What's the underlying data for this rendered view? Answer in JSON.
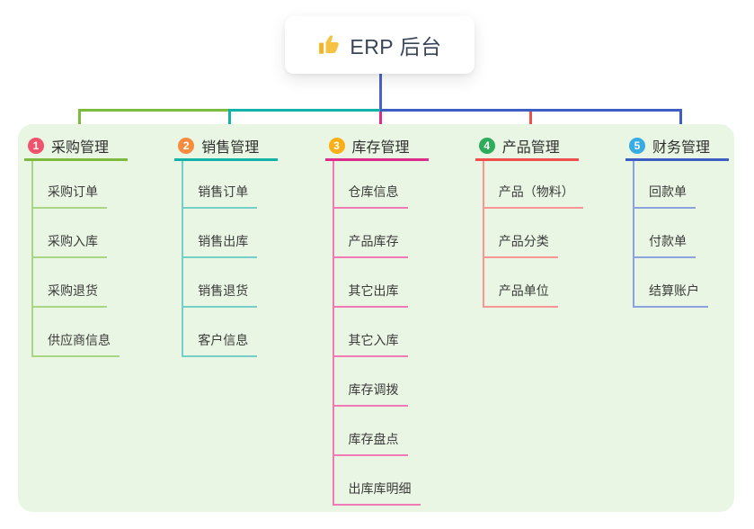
{
  "root": {
    "title": "ERP 后台",
    "icon": "thumbs-up-icon",
    "icon_color": "#F6C244",
    "text_color": "#3A4458"
  },
  "colors": {
    "panel_bg": "#E9F6E3",
    "stem_blue": "#4A63C8",
    "child_text": "#3B3B3B",
    "header_text": "#2F2F2F"
  },
  "branches": [
    {
      "number": "1",
      "label": "采购管理",
      "badge_color": "#F0536B",
      "line_color": "#7DBA3D",
      "child_line_color": "#A9D585",
      "children": [
        "采购订单",
        "采购入库",
        "采购退货",
        "供应商信息"
      ]
    },
    {
      "number": "2",
      "label": "销售管理",
      "badge_color": "#F78C3E",
      "line_color": "#12B2A9",
      "child_line_color": "#74CFC8",
      "children": [
        "销售订单",
        "销售出库",
        "销售退货",
        "客户信息"
      ]
    },
    {
      "number": "3",
      "label": "库存管理",
      "badge_color": "#FBAF17",
      "line_color": "#DF2C8B",
      "child_line_color": "#F07AB5",
      "children": [
        "仓库信息",
        "产品库存",
        "其它出库",
        "其它入库",
        "库存调拨",
        "库存盘点",
        "出库库明细"
      ]
    },
    {
      "number": "4",
      "label": "产品管理",
      "badge_color": "#2EAC5C",
      "line_color": "#F24F4C",
      "child_line_color": "#F79694",
      "children": [
        "产品（物料）",
        "产品分类",
        "产品单位"
      ]
    },
    {
      "number": "5",
      "label": "财务管理",
      "badge_color": "#36ACE2",
      "line_color": "#3E5EC3",
      "child_line_color": "#8BA2DC",
      "children": [
        "回款单",
        "付款单",
        "结算账户"
      ]
    }
  ]
}
